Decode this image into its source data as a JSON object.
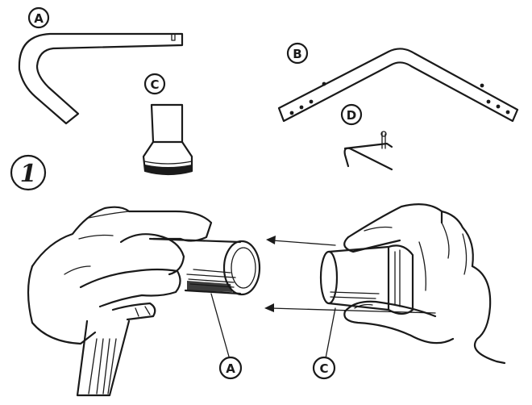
{
  "figure": {
    "number": "1",
    "parts": [
      {
        "id": "part-a",
        "label": "A"
      },
      {
        "id": "part-b",
        "label": "B"
      },
      {
        "id": "part-c",
        "label": "C"
      },
      {
        "id": "part-d",
        "label": "D"
      }
    ],
    "callouts": [
      {
        "id": "callout-a",
        "label": "A"
      },
      {
        "id": "callout-c",
        "label": "C"
      }
    ]
  },
  "colors": {
    "ink": "#1a1a1a",
    "paper": "#ffffff"
  }
}
